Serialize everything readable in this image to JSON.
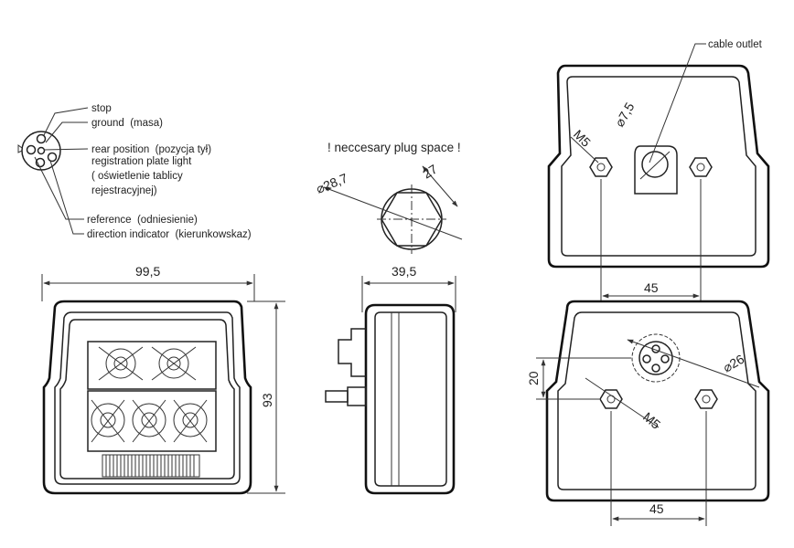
{
  "connector_legend": {
    "stop": "stop",
    "ground": "ground  (masa)",
    "rear_position": "rear position  (pozycja tył)",
    "plate_light_1": "registration plate light",
    "plate_light_2": "( oświetlenie tablicy",
    "plate_light_3": "rejestracyjnej)",
    "reference": "reference  (odniesienie)",
    "direction": "direction indicator  (kierunkowskaz)"
  },
  "plug_note": "! neccesary plug space !",
  "plug_dims": {
    "diameter": "⌀28,7",
    "flat": "27"
  },
  "front_view": {
    "width": "99,5",
    "height": "93"
  },
  "side_view": {
    "depth": "39,5"
  },
  "rear_top": {
    "cable_outlet": "cable outlet",
    "hole_diameter": "⌀7,5",
    "thread": "M5",
    "spacing": "45"
  },
  "rear_bottom": {
    "offset": "20",
    "diameter": "⌀26",
    "thread": "M5",
    "spacing": "45"
  }
}
